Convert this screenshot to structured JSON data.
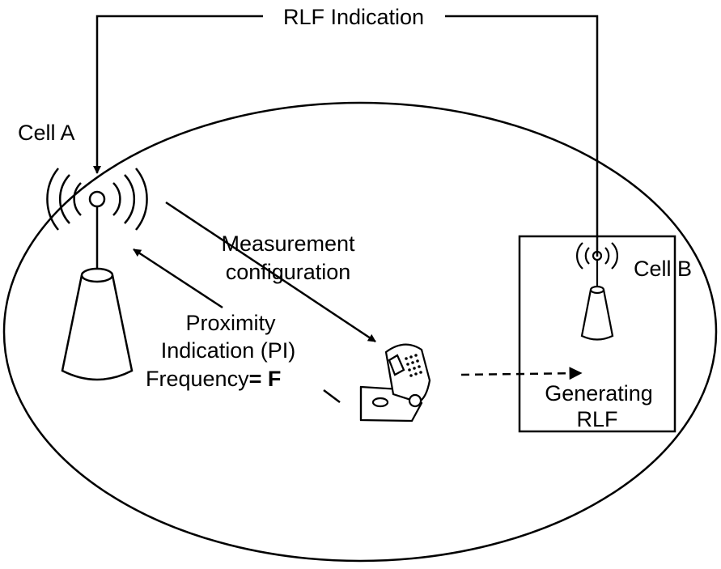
{
  "labels": {
    "rlf_indication": "RLF Indication",
    "cell_a": "Cell A",
    "cell_b": "Cell B",
    "measurement_line1": "Measurement",
    "measurement_line2": "configuration",
    "proximity_line1": "Proximity",
    "proximity_line2": "Indication (PI)",
    "frequency_prefix": "Frequency",
    "frequency_value": "= F",
    "generating_line1": "Generating",
    "generating_line2": "RLF"
  },
  "icons": {
    "cell_a_base_station": "antenna-tower-icon",
    "cell_b_base_station": "antenna-tower-icon",
    "user_equipment": "flip-phone-icon"
  },
  "colors": {
    "stroke": "#000000",
    "background": "#ffffff"
  }
}
